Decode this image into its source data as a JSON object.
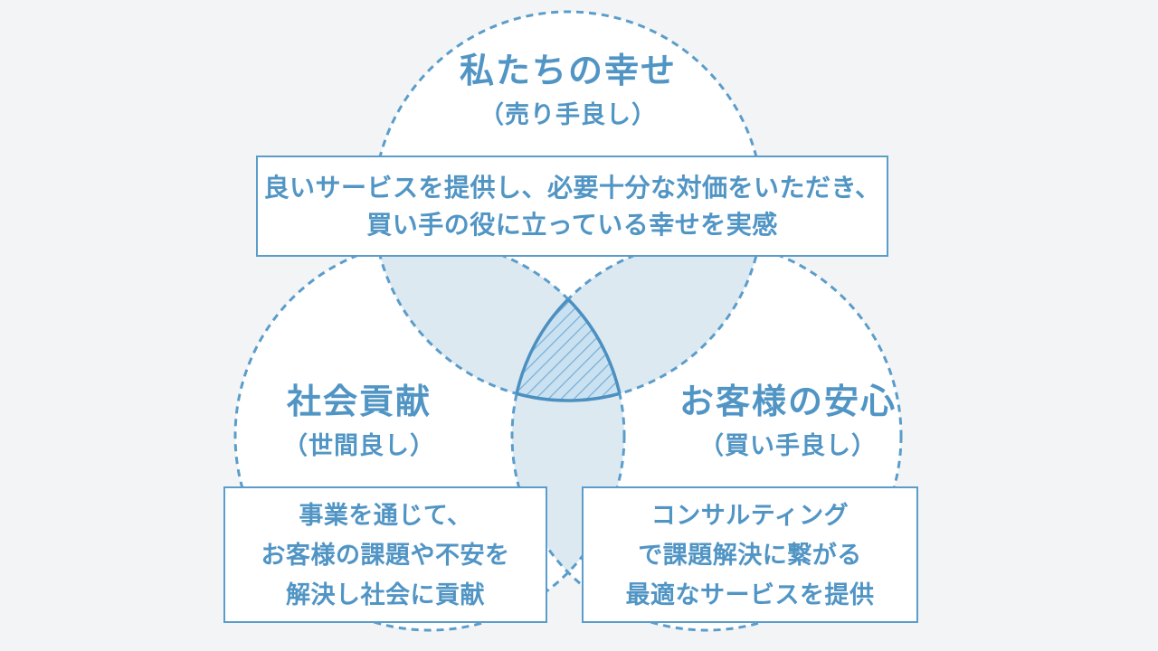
{
  "colors": {
    "background": "#f3f4f6",
    "circle_fill": "#ffffff",
    "overlap_fill": "#dde9f1",
    "center_fill": "#c9e1f0",
    "hatch_line": "#76aed5",
    "center_stroke": "#4b90c1",
    "dash_stroke": "#5b9dca",
    "text": "#5195c5",
    "box_border": "#5b9dca",
    "box_bg": "#ffffff"
  },
  "diagram": {
    "type": "venn",
    "circles": {
      "top": {
        "title": "私たちの幸せ",
        "subtitle": "（売り手良し）"
      },
      "left": {
        "title": "社会貢献",
        "subtitle": "（世間良し）"
      },
      "right": {
        "title": "お客様の安心",
        "subtitle": "（買い手良し）"
      }
    },
    "boxes": {
      "top": {
        "lines": [
          "良いサービスを提供し、必要十分な対価をいただき、",
          "買い手の役に立っている幸せを実感"
        ]
      },
      "left": {
        "lines": [
          "事業を通じて、",
          "お客様の課題や不安を",
          "解決し社会に貢献"
        ]
      },
      "right": {
        "lines": [
          "コンサルティング",
          "で課題解決に繋がる",
          "最適なサービスを提供"
        ]
      }
    }
  }
}
